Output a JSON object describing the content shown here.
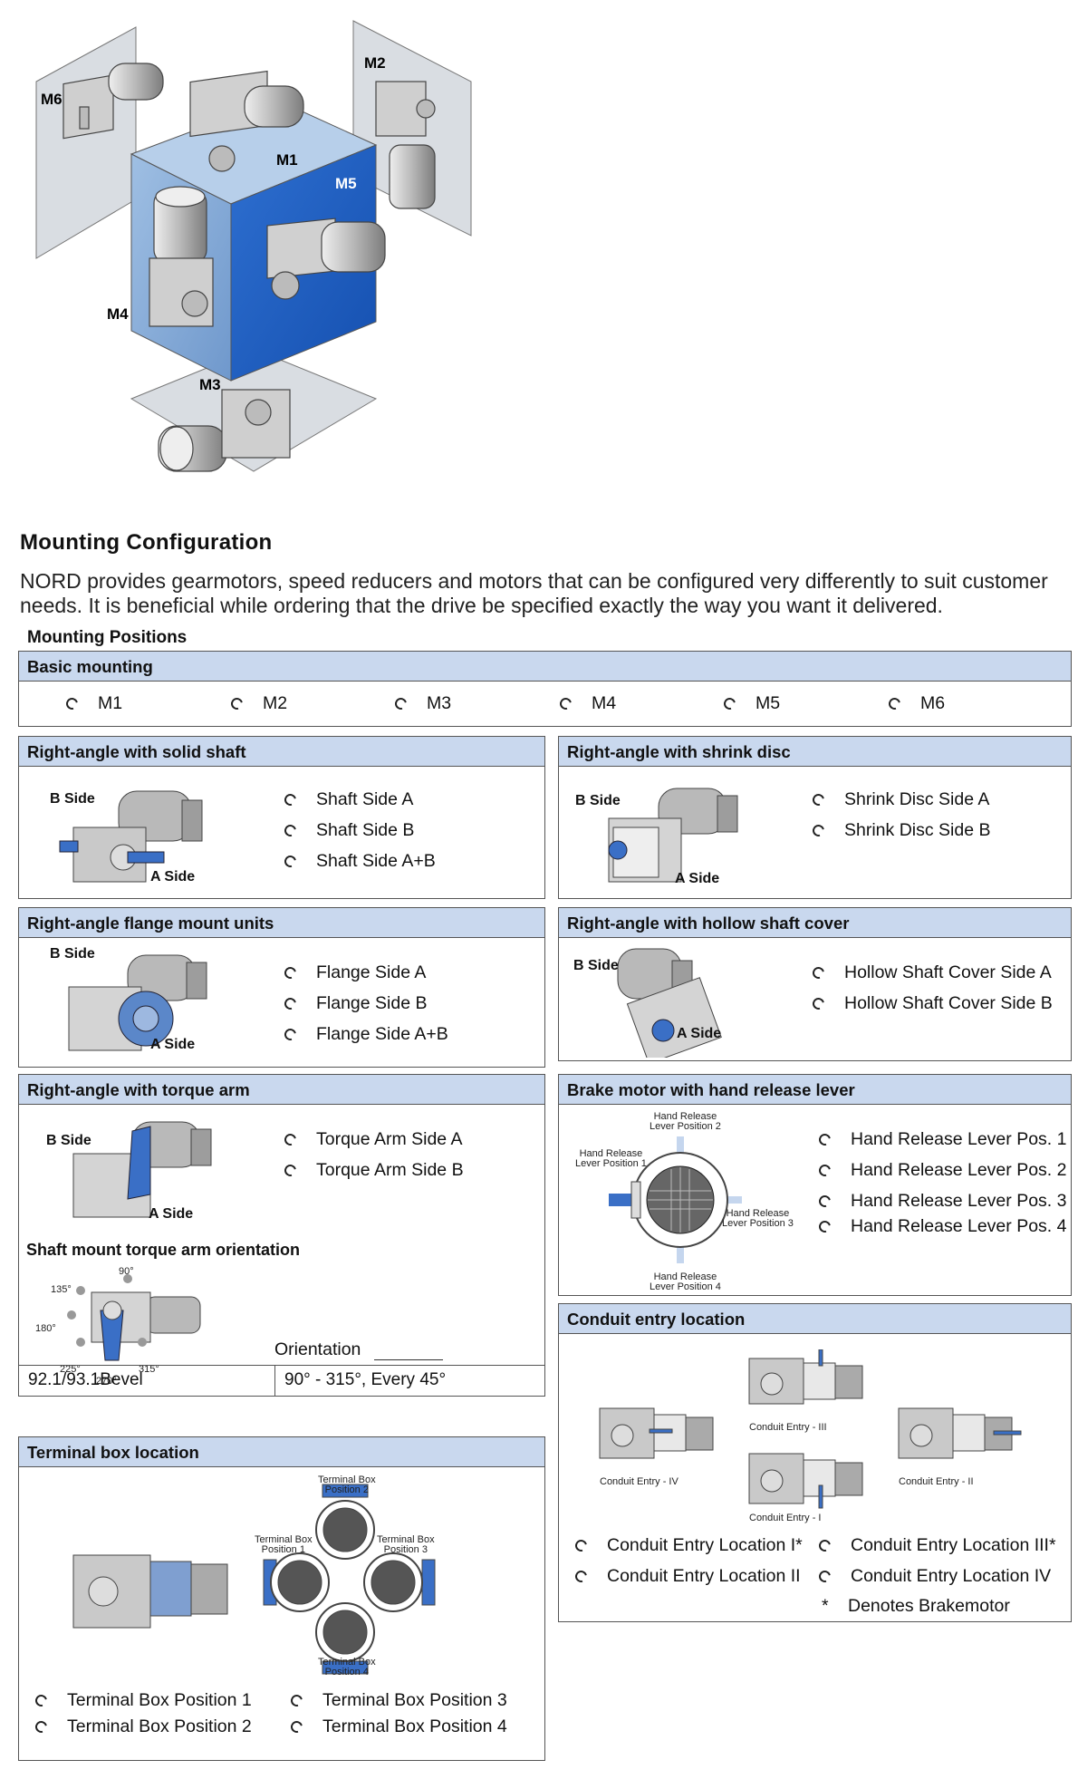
{
  "hero": {
    "positions": [
      "M1",
      "M2",
      "M3",
      "M4",
      "M5",
      "M6"
    ]
  },
  "heading": "Mounting Configuration",
  "intro": "NORD provides gearmotors, speed reducers and motors that can be configured very differently to suit customer needs. It is beneficial while ordering that the drive be specified exactly the way you want it delivered.",
  "mounting_positions_label": "Mounting Positions",
  "basic": {
    "title": "Basic mounting",
    "options": [
      "M1",
      "M2",
      "M3",
      "M4",
      "M5",
      "M6"
    ]
  },
  "side_labels": {
    "a": "A Side",
    "b": "B Side"
  },
  "solid_shaft": {
    "title": "Right-angle with solid shaft",
    "options": [
      "Shaft Side A",
      "Shaft Side B",
      "Shaft Side A+B"
    ]
  },
  "shrink_disc": {
    "title": "Right-angle with shrink disc",
    "options": [
      "Shrink Disc Side A",
      "Shrink Disc Side B"
    ]
  },
  "flange": {
    "title": "Right-angle flange mount units",
    "options": [
      "Flange Side A",
      "Flange Side B",
      "Flange Side A+B"
    ]
  },
  "hollow_cover": {
    "title": "Right-angle with hollow shaft cover",
    "options": [
      "Hollow Shaft Cover Side A",
      "Hollow Shaft Cover Side B"
    ]
  },
  "torque_arm": {
    "title": "Right-angle with torque arm",
    "options": [
      "Torque Arm Side A",
      "Torque Arm Side B"
    ],
    "orientation_heading": "Shaft mount torque arm orientation",
    "angles": [
      "90°",
      "135°",
      "180°",
      "225°",
      "270°",
      "315°"
    ],
    "orientation_label": "Orientation",
    "footer_left": "92.1/93.1Bevel",
    "footer_right": "90° - 315°, Every 45°"
  },
  "brake": {
    "title": "Brake motor with hand release lever",
    "labels": {
      "pos1": [
        "Hand Release",
        "Lever Position 1"
      ],
      "pos2": [
        "Hand Release",
        "Lever Position 2"
      ],
      "pos3": [
        "Hand Release",
        "Lever Position 3"
      ],
      "pos4": [
        "Hand Release",
        "Lever Position 4"
      ]
    },
    "options": [
      "Hand Release Lever Pos. 1",
      "Hand Release Lever Pos. 2",
      "Hand Release Lever Pos. 3",
      "Hand Release Lever Pos. 4"
    ]
  },
  "conduit": {
    "title": "Conduit entry location",
    "labels": [
      "Conduit Entry - III",
      "Conduit Entry - IV",
      "Conduit Entry - II",
      "Conduit Entry - I"
    ],
    "options": [
      "Conduit Entry Location I*",
      "Conduit Entry Location III*",
      "Conduit Entry Location II",
      "Conduit Entry Location IV"
    ],
    "note_mark": "*",
    "note": "Denotes Brakemotor"
  },
  "terminal": {
    "title": "Terminal box location",
    "labels": {
      "pos1": [
        "Terminal Box",
        "Position 1"
      ],
      "pos2": [
        "Terminal Box",
        "Position 2"
      ],
      "pos3": [
        "Terminal Box",
        "Position 3"
      ],
      "pos4": [
        "Terminal Box",
        "Position 4"
      ]
    },
    "options": [
      "Terminal Box Position 1",
      "Terminal Box Position 3",
      "Terminal Box Position 2",
      "Terminal Box Position 4"
    ]
  },
  "colors": {
    "accent": "#3a6fc6",
    "header": "#c9d8ee",
    "plane": "#d9dde2"
  }
}
